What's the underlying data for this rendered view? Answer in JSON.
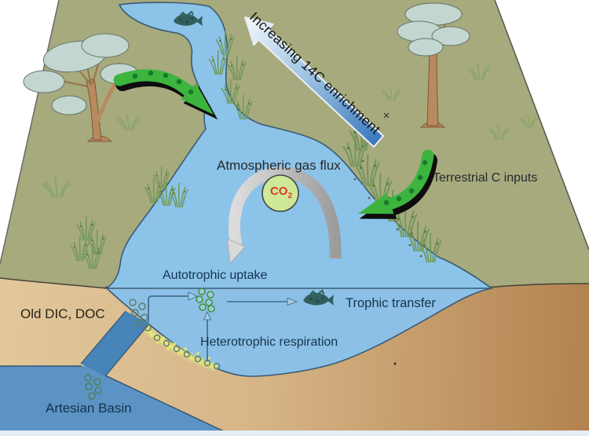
{
  "diagram": {
    "type": "conceptual-freshwater-carbon-cycle",
    "labels": {
      "enrichment_arrow": "Increasing 14C enrichment",
      "atmospheric_gas_flux": "Atmospheric gas flux",
      "terrestrial_c_inputs": "Terrestrial C inputs",
      "autotrophic_uptake": "Autotrophic uptake",
      "trophic_transfer": "Trophic transfer",
      "heterotrophic_respiration": "Heterotrophic respiration",
      "old_dic_doc": "Old DIC, DOC",
      "artesian_basin": "Artesian Basin"
    },
    "co2_badge": {
      "text": "CO",
      "subscript": "2"
    },
    "flows": [
      {
        "name": "terrestrial-c-input",
        "style": "green dotted arrows into stream and lake"
      },
      {
        "name": "atmospheric-gas-flux",
        "style": "grey arch with CO2 circle over lake"
      },
      {
        "name": "14c-enrichment-gradient",
        "style": "blue gradient arrow pointing upstream"
      },
      {
        "name": "autotrophic-uptake",
        "style": "thin arrow from groundwater vent to plankton"
      },
      {
        "name": "trophic-transfer",
        "style": "thin arrow from plankton to fish"
      },
      {
        "name": "heterotrophic-respiration",
        "style": "thin upward arrow from benthic mat"
      },
      {
        "name": "old-dic-doc-input",
        "style": "channel from artesian basin into lake bed"
      }
    ],
    "colors": {
      "land": "#a6aa7d",
      "surface_water": "#8cc3e9",
      "artesian_basin_water": "#5b94c4",
      "spring_channel": "#4784b8",
      "sediment_light": "#e0c496",
      "sediment_dark": "#b3834f",
      "terrestrial_arrow_green": "#3cb43e",
      "co2_circle_fill": "#cfe897",
      "co2_text_red": "#d93a28",
      "enrichment_arrow_dark": "#3a79bd",
      "enrichment_arrow_light": "#eef5fb",
      "label_navy": "#16344e",
      "foliage": "#c3d7d0",
      "trunk": "#b98a5f",
      "benthic_mat_yellow": "#e9e481"
    }
  }
}
